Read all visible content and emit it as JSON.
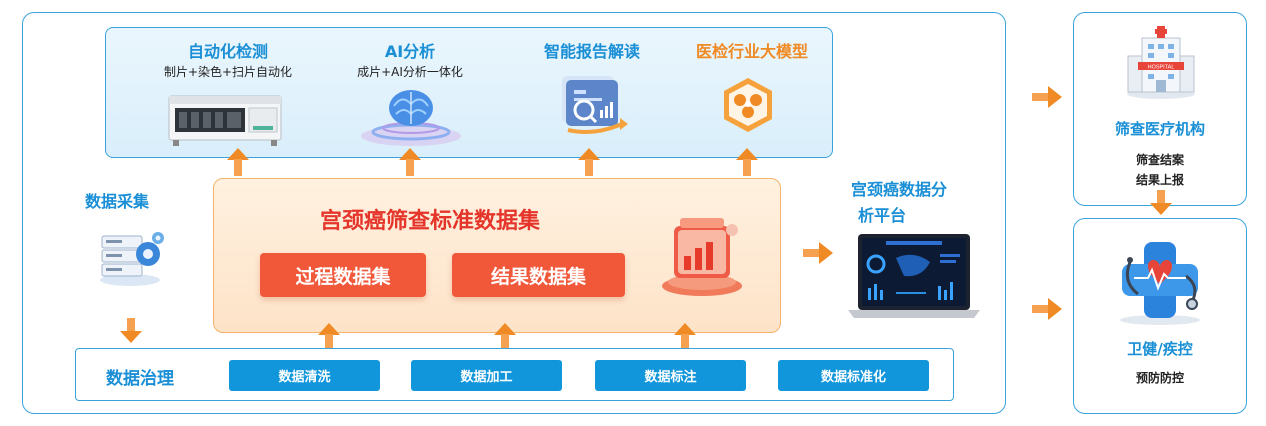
{
  "apps": [
    {
      "title": "自动化检测",
      "subtitle": "制片+染色+扫片自动化",
      "title_color": "#1a8fd6",
      "icon": "lab-machine-icon"
    },
    {
      "title": "AI分析",
      "subtitle": "成片+AI分析一体化",
      "title_color": "#1a8fd6",
      "icon": "ai-brain-icon"
    },
    {
      "title": "智能报告解读",
      "subtitle": "",
      "title_color": "#1a8fd6",
      "icon": "report-analysis-icon"
    },
    {
      "title": "医检行业大模型",
      "subtitle": "",
      "title_color": "#f08a24",
      "icon": "large-model-icon"
    }
  ],
  "collection": {
    "label": "数据采集",
    "icon": "server-gear-icon"
  },
  "dataset": {
    "title": "宫颈癌筛查标准数据集",
    "process_label": "过程数据集",
    "result_label": "结果数据集",
    "icon": "dataset-chart-icon"
  },
  "governance": {
    "title": "数据治理",
    "steps": [
      "数据清洗",
      "数据加工",
      "数据标注",
      "数据标准化"
    ]
  },
  "platform": {
    "line1": "宫颈癌数据分",
    "line2": "析平台",
    "icon": "laptop-dashboard-icon"
  },
  "screening": {
    "title": "筛查医疗机构",
    "line1": "筛查结案",
    "line2": "结果上报",
    "icon": "hospital-icon",
    "sign": "HOSPITAL"
  },
  "health": {
    "title": "卫健/疾控",
    "sub": "预防防控",
    "icon": "medical-cross-icon"
  },
  "colors": {
    "accent_blue": "#1a8fd6",
    "accent_orange": "#f08a24",
    "dataset_red": "#e5352b",
    "pill_orange": "#f1583a",
    "pill_blue": "#1296db"
  }
}
